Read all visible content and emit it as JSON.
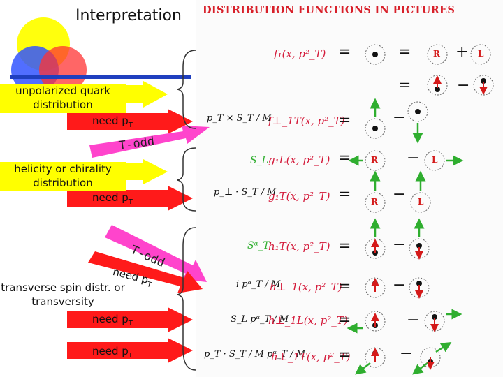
{
  "header": {
    "title": "Interpretation"
  },
  "panel": {
    "title": "DISTRIBUTION FUNCTIONS IN PICTURES"
  },
  "labels": {
    "unpolarized": "unpolarized quark distribution",
    "helicity": "helicity or chirality distribution",
    "transverse": "transverse spin distr. or transversity",
    "need_pt": "need p",
    "need_pt_sub": "T",
    "todd": "T-odd"
  },
  "functions": [
    {
      "lhs": "f₁(x, p²_T)",
      "prefactor": "",
      "rel1": "=",
      "rel2": "=",
      "op": "+"
    },
    {
      "lhs": "",
      "prefactor": "",
      "rel1": "=",
      "rel2": "",
      "op": "−"
    },
    {
      "lhs": "f⊥_1T(x, p²_T)",
      "prefactor": "p_T × S_T / M",
      "rel1": "=",
      "rel2": "−"
    },
    {
      "lhs": "g₁L(x, p²_T)",
      "prefactor": "S_L",
      "rel1": "=",
      "rel2": "−"
    },
    {
      "lhs": "g₁T(x, p²_T)",
      "prefactor": "p_⊥ · S_T / M",
      "rel1": "=",
      "rel2": "−"
    },
    {
      "lhs": "h₁T(x, p²_T)",
      "prefactor": "Sᵅ_T",
      "rel1": "=",
      "rel2": "−"
    },
    {
      "lhs": "h⊥_1(x, p²_T)",
      "prefactor": "i pᵅ_T / M",
      "rel1": "=",
      "rel2": "−"
    },
    {
      "lhs": "h⊥_1L(x, p²_T)",
      "prefactor": "S_L pᵅ_T / M",
      "rel1": "=",
      "rel2": "−"
    },
    {
      "lhs": "h⊥_1T(x, p²_T)",
      "prefactor": "p_T · S_T / M  pᵅ_T / M",
      "rel1": "=",
      "rel2": "−"
    }
  ],
  "circle_labels": {
    "right": "R",
    "left": "L"
  },
  "colors": {
    "accent": "#ff1a1a",
    "pink": "#ff44cc",
    "yellow": "#ffff00",
    "green": "#2fae2f",
    "blue": "#1f3fbf"
  }
}
